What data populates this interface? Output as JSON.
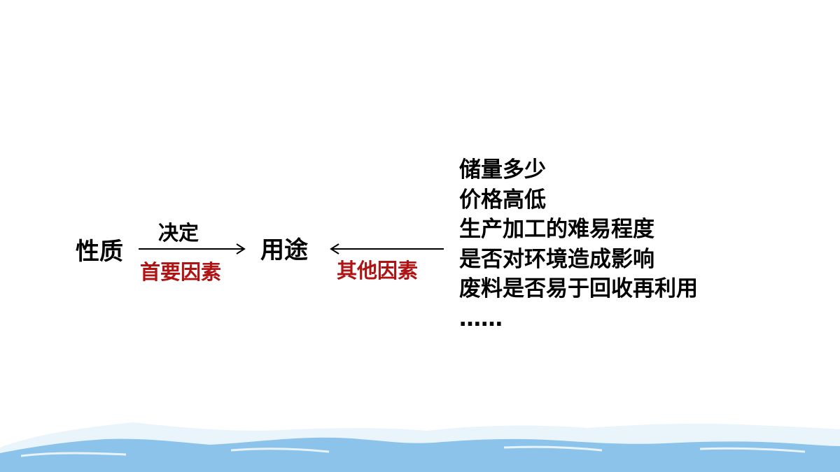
{
  "diagram": {
    "property": "性质",
    "usage": "用途",
    "decide_label": "决定",
    "primary_label": "首要因素",
    "other_label": "其他因素",
    "factors": [
      "储量多少",
      "价格高低",
      "生产加工的难易程度",
      "是否对环境造成影响",
      "废料是否易于回收再利用",
      "……"
    ]
  },
  "colors": {
    "text": "#000000",
    "accent_red": "#b01313",
    "wave_blue": "#8cc3ea",
    "background": "#ffffff"
  }
}
